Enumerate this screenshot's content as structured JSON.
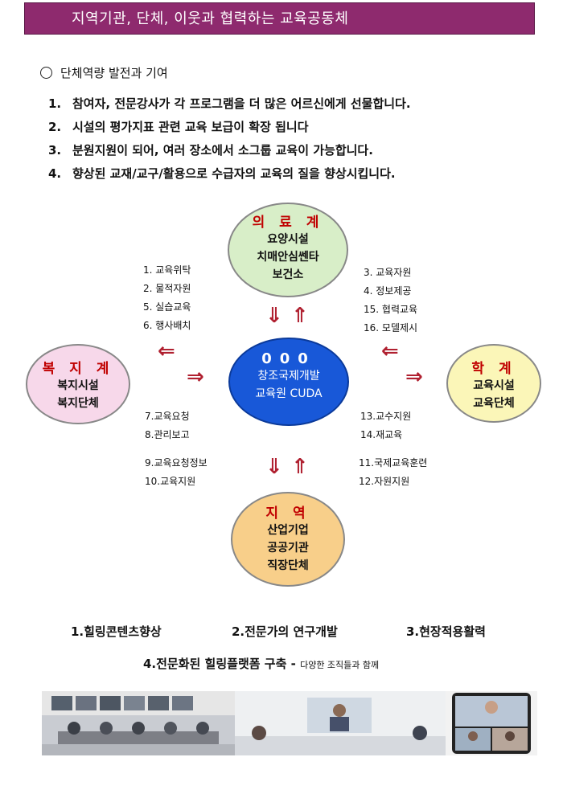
{
  "header": {
    "title": "지역기관, 단체, 이웃과 협력하는 교육공동체"
  },
  "section": {
    "heading": "단체역량 발전과 기여"
  },
  "contributions": [
    {
      "num": "1.",
      "text": "참여자, 전문강사가 각 프로그램을 더 많은 어르신에게 선물합니다."
    },
    {
      "num": "2.",
      "text": "시설의 평가지표 관련 교육 보급이 확장 됩니다"
    },
    {
      "num": "3.",
      "text": "분원지원이 되어, 여러 장소에서 소그룹 교육이 가능합니다."
    },
    {
      "num": "4.",
      "text": "향상된 교재/교구/활용으로 수급자의 교육의 질을 향상시킵니다."
    }
  ],
  "nodes": {
    "medical": {
      "title": "의 료 계",
      "lines": [
        "요양시설",
        "치매안심쎈타",
        "보건소"
      ]
    },
    "welfare": {
      "title": "복 지 계",
      "lines": [
        "복지시설",
        "복지단체"
      ]
    },
    "academic": {
      "title": "학  계",
      "lines": [
        "교육시설",
        "교육단체"
      ]
    },
    "region": {
      "title": "지  역",
      "lines": [
        "산업기업",
        "공공기관",
        "직장단체"
      ]
    },
    "center": {
      "title": "000",
      "lines": [
        "창조국제개발",
        "교육원 CUDA"
      ]
    }
  },
  "flows": {
    "upper_left": [
      "1. 교육위탁",
      "2. 물적자원",
      "5. 실습교육",
      "6. 행사배치"
    ],
    "upper_right": [
      "3. 교육자원",
      "4. 정보제공",
      "15. 협력교육",
      "16. 모델제시"
    ],
    "mid_left": [
      "7.교육요청",
      "8.관리보고"
    ],
    "mid_right": [
      "13.교수지원",
      "14.재교육"
    ],
    "lower_left": [
      "9.교육요청정보",
      "10.교육지원"
    ],
    "lower_right": [
      "11.국제교육훈련",
      "12.자원지원"
    ]
  },
  "arrows": {
    "down": "⇓",
    "up": "⇑",
    "left": "⇐",
    "right": "⇒",
    "color": "#b02030"
  },
  "summary": {
    "item1": "1.힐링콘텐츠향상",
    "item2": "2.전문가의 연구개발",
    "item3": "3.현장적용활력",
    "item4": "4.전문화된 힐링플랫폼 구축 -",
    "item4_note": "다양한 조직들과 함께"
  },
  "colors": {
    "title_bar": "#8e2a6e",
    "medical": "#d8eec8",
    "welfare": "#f7d8ea",
    "academic": "#fbf6b8",
    "region": "#f8cf8a",
    "center": "#1858d8",
    "node_title": "#c00000"
  }
}
